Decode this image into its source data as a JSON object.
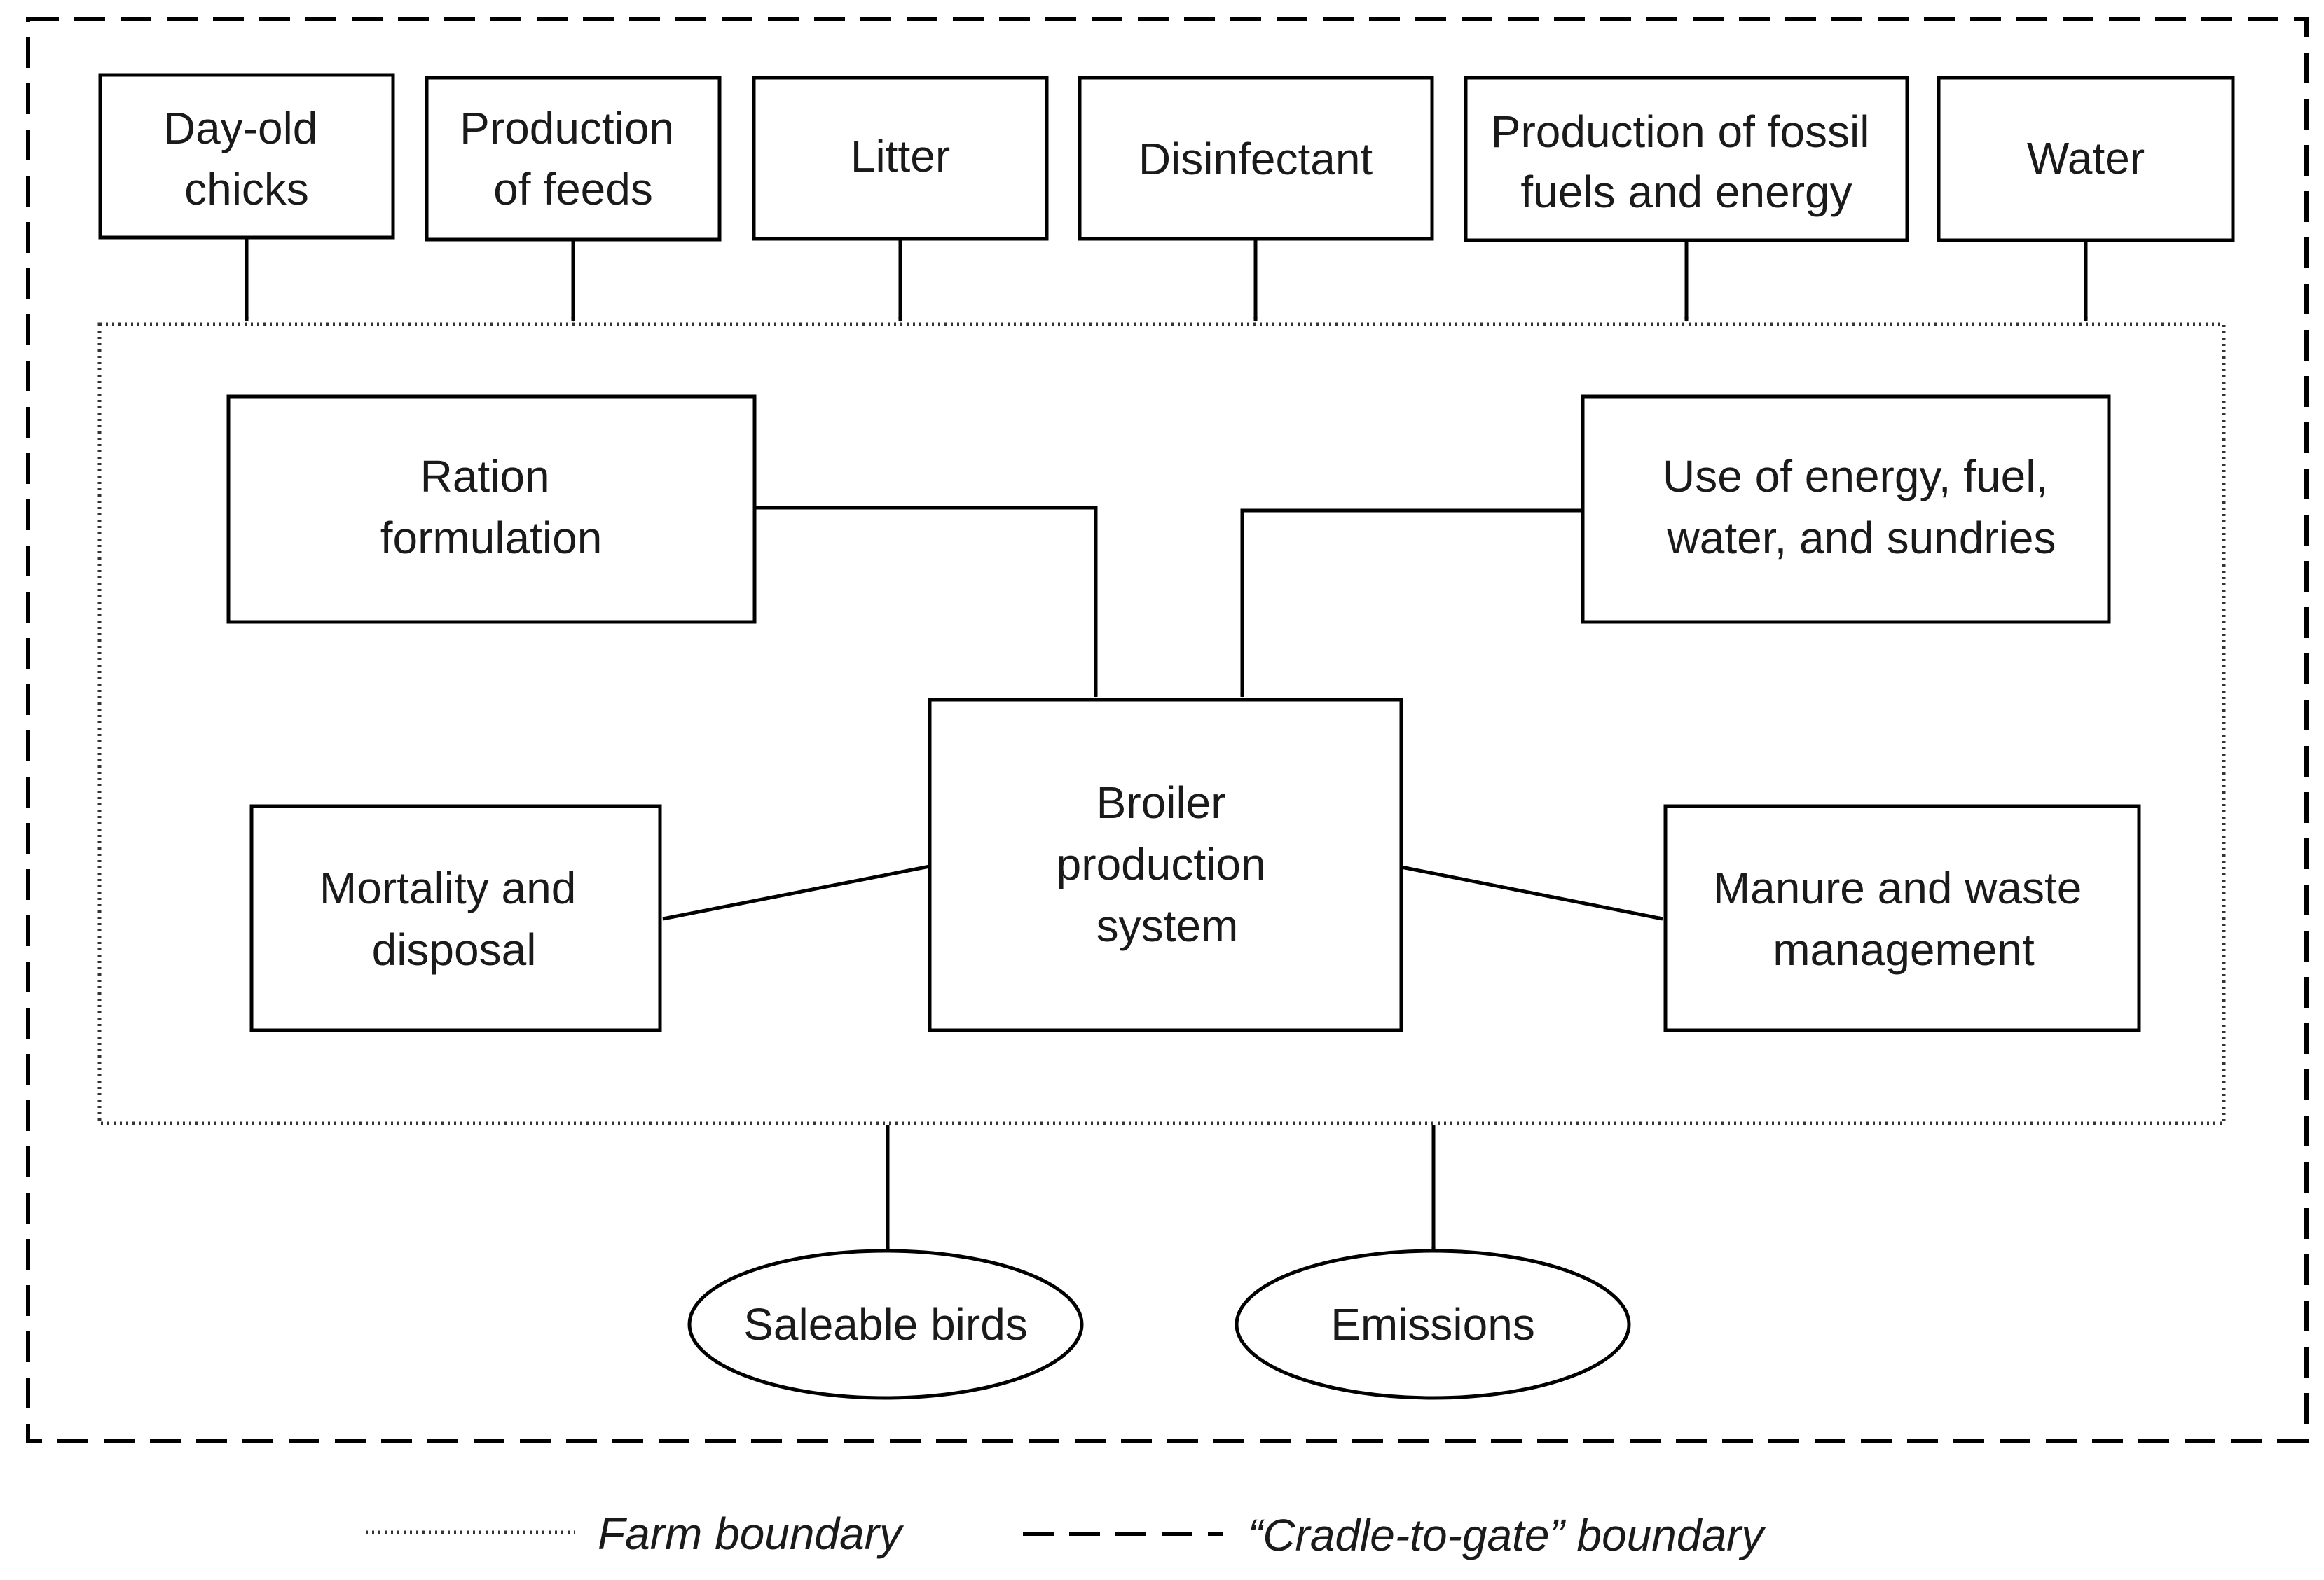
{
  "inputs": {
    "day_old_chicks": [
      "Day-old",
      "chicks"
    ],
    "production_of_feeds": [
      "Production",
      "of feeds"
    ],
    "litter": [
      "Litter"
    ],
    "disinfectant": [
      "Disinfectant"
    ],
    "fossil_fuels": [
      "Production of fossil",
      "fuels and energy"
    ],
    "water": [
      "Water"
    ]
  },
  "farm": {
    "ration_formulation": [
      "Ration",
      "formulation"
    ],
    "use_of_energy": [
      "Use of energy, fuel,",
      "water, and sundries"
    ],
    "broiler_system": [
      "Broiler",
      "production",
      "system"
    ],
    "mortality": [
      "Mortality and",
      "disposal"
    ],
    "manure": [
      "Manure and waste",
      "management"
    ]
  },
  "outputs": {
    "saleable_birds": [
      "Saleable birds"
    ],
    "emissions": [
      "Emissions"
    ]
  },
  "legend": {
    "farm_boundary": "Farm boundary",
    "cradle_to_gate_boundary": "“Cradle-to-gate” boundary"
  }
}
